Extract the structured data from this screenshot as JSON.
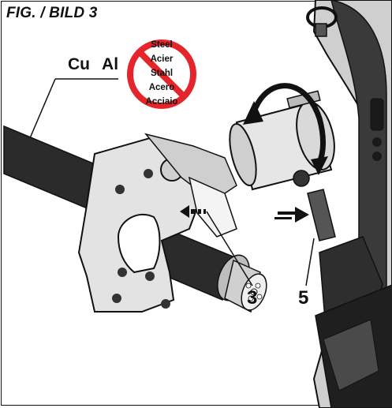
{
  "figure": {
    "title": "FIG. / BILD 3"
  },
  "labels": {
    "materials": "Cu  Al",
    "part_3": "3",
    "part_5": "5"
  },
  "prohibition_sign": {
    "lines": [
      "Steel",
      "Acier",
      "Stahl",
      "Acero",
      "Acciaio"
    ],
    "color": "#e4252b"
  },
  "colors": {
    "cable_jacket": "#2b2b2b",
    "tool_body": "#d7d7d7",
    "tool_dark": "#3a3a3a",
    "outline": "#111111"
  }
}
